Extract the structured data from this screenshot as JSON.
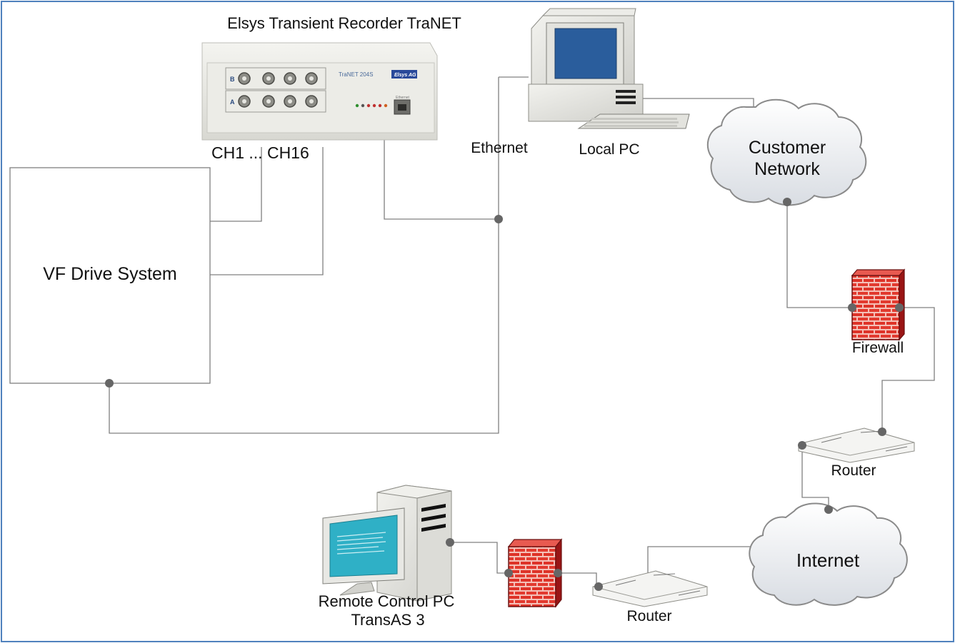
{
  "labels": {
    "recorder_title": "Elsys Transient Recorder TraNET",
    "channels": "CH1 ... CH16",
    "ethernet": "Ethernet",
    "local_pc": "Local PC",
    "customer_network_line1": "Customer",
    "customer_network_line2": "Network",
    "vf_drive": "VF Drive System",
    "firewall_top": "Firewall",
    "router_top": "Router",
    "internet": "Internet",
    "remote_pc_line1": "Remote Control PC",
    "remote_pc_line2": "TransAS 3",
    "router_bottom": "Router"
  },
  "device": {
    "model": "TraNET 204S",
    "brand": "Elsys AG",
    "row_b": "B",
    "row_a": "A",
    "port": "Ethernet"
  },
  "colors": {
    "border": "#4f81bd",
    "line": "#7f7f7f",
    "dot": "#666666",
    "firewall_red": "#d32020",
    "screen_blue": "#2a5d9c",
    "remote_screen": "#2fb0c6"
  },
  "icons": [
    "computer-icon",
    "firewall-icon",
    "router-icon",
    "cloud-icon",
    "recorder-icon"
  ]
}
